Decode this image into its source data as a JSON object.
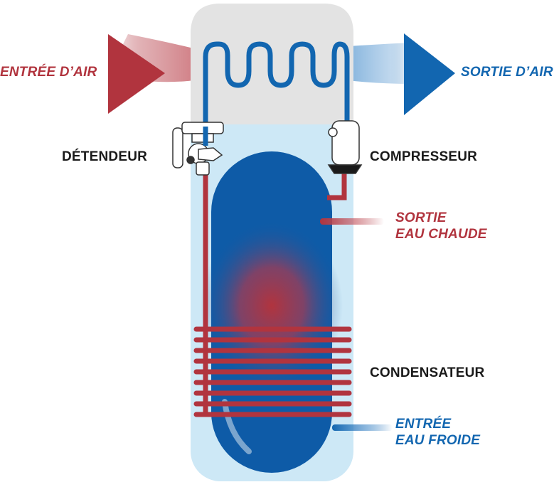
{
  "labels": {
    "entree_air": "ENTRÉE D’AIR",
    "sortie_air": "SORTIE D’AIR",
    "detendeur": "DÉTENDEUR",
    "compresseur": "COMPRESSEUR",
    "sortie_eau_chaude_l1": "SORTIE",
    "sortie_eau_chaude_l2": "EAU CHAUDE",
    "condensateur": "CONDENSATEUR",
    "entree_eau_froide_l1": "ENTRÉE",
    "entree_eau_froide_l2": "EAU FROIDE"
  },
  "colors": {
    "hot_red": "#b1343e",
    "cold_blue": "#1266b0",
    "tank_blue": "#0e5ba7",
    "casing_grey": "#e3e3e3",
    "casing_lightblue": "#cde8f6",
    "text_dark": "#1a1a1a"
  }
}
